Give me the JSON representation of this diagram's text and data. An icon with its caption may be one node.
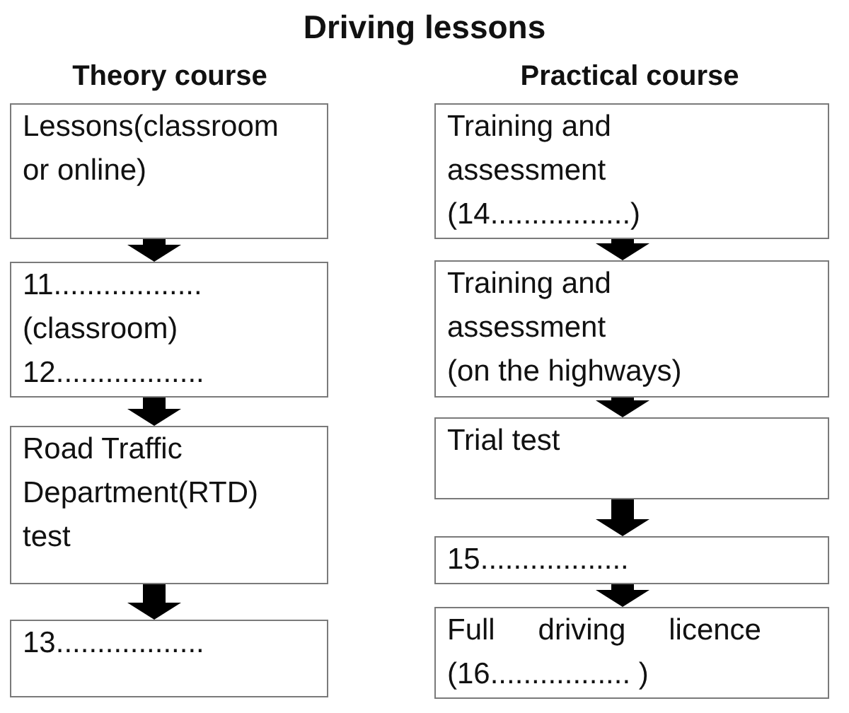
{
  "diagram": {
    "title": "Driving lessons",
    "nodes": [
      {
        "text": [
          "Lessons(classroom or online)"
        ]
      },
      {
        "text": [
          "11..................",
          "(classroom)",
          "12.................."
        ]
      },
      {
        "text": [
          "Road Traffic Department(RTD) test"
        ]
      },
      {
        "text": [
          "13.................."
        ]
      },
      {
        "text": [
          "Training and assessment",
          "(14.................)"
        ]
      },
      {
        "text": [
          "Training and assessment",
          "(on the highways)"
        ]
      },
      {
        "text": [
          "Trial test"
        ]
      },
      {
        "text": [
          "15.................."
        ]
      },
      {
        "text": [
          "Full driving licence (16................. )"
        ]
      }
    ],
    "edges": [
      {
        "from": 0,
        "to": 1,
        "arrow": "to"
      },
      {
        "from": 1,
        "to": 2,
        "arrow": "to"
      },
      {
        "from": 2,
        "to": 3,
        "arrow": "to"
      },
      {
        "from": 4,
        "to": 5,
        "arrow": "to"
      },
      {
        "from": 5,
        "to": 6,
        "arrow": "to"
      },
      {
        "from": 6,
        "to": 7,
        "arrow": "to"
      },
      {
        "from": 7,
        "to": 8,
        "arrow": "to"
      }
    ],
    "labels": [
      "Theory course",
      "Practical course"
    ]
  }
}
